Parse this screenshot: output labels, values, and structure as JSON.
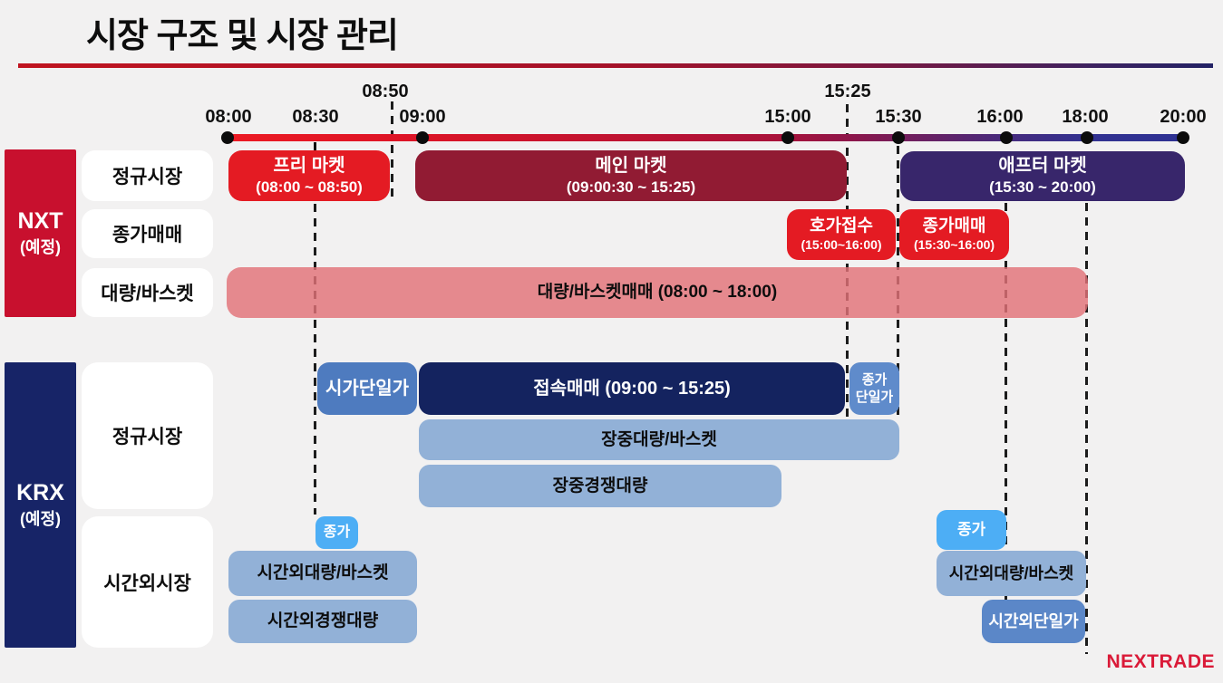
{
  "title": "시장 구조 및 시장 관리",
  "logo": "NEXTRADE",
  "colors": {
    "background": "#f2f1f1",
    "nxt_red": "#c8102e",
    "bright_red": "#e41b23",
    "dark_red": "#911b33",
    "purple": "#38266b",
    "pink": "#e5898e",
    "krx_navy": "#172467",
    "dark_navy": "#14235f",
    "mid_blue": "#4e7bbf",
    "light_blue": "#92b1d7",
    "sky_blue": "#4daef5",
    "logo_red": "#da1a38"
  },
  "timeline": {
    "upper_ticks": [
      {
        "label": "08:50"
      },
      {
        "label": "15:25"
      }
    ],
    "ticks": [
      {
        "label": "08:00"
      },
      {
        "label": "08:30"
      },
      {
        "label": "09:00"
      },
      {
        "label": "15:00"
      },
      {
        "label": "15:30"
      },
      {
        "label": "16:00"
      },
      {
        "label": "18:00"
      },
      {
        "label": "20:00"
      }
    ]
  },
  "nxt": {
    "name": "NXT",
    "status": "(예정)",
    "rows": {
      "regular": "정규시장",
      "closing": "종가매매",
      "block": "대량/바스켓"
    },
    "bars": {
      "pre_market": {
        "title": "프리 마켓",
        "time": "(08:00 ~ 08:50)"
      },
      "main_market": {
        "title": "메인 마켓",
        "time": "(09:00:30 ~ 15:25)"
      },
      "after_market": {
        "title": "애프터 마켓",
        "time": "(15:30 ~ 20:00)"
      },
      "order_receipt": {
        "title": "호가접수",
        "time": "(15:00~16:00)"
      },
      "closing_trade": {
        "title": "종가매매",
        "time": "(15:30~16:00)"
      },
      "block_basket": {
        "title": "대량/바스켓매매 (08:00 ~ 18:00)"
      }
    }
  },
  "krx": {
    "name": "KRX",
    "status": "(예정)",
    "rows": {
      "regular": "정규시장",
      "after_hours": "시간외시장"
    },
    "bars": {
      "open_single_auction": "시가단일가",
      "continuous_trading": "접속매매 (09:00 ~ 15:25)",
      "close_single_line1": "종가",
      "close_single_line2": "단일가",
      "intraday_block_basket": "장중대량/바스켓",
      "intraday_competitive_block": "장중경쟁대량",
      "close_auction_left": "종가",
      "afterhours_block_basket_left": "시간외대량/바스켓",
      "afterhours_competitive_block": "시간외경쟁대량",
      "close_auction_right": "종가",
      "afterhours_block_basket_right": "시간외대량/바스켓",
      "afterhours_single_auction": "시간외단일가"
    }
  }
}
